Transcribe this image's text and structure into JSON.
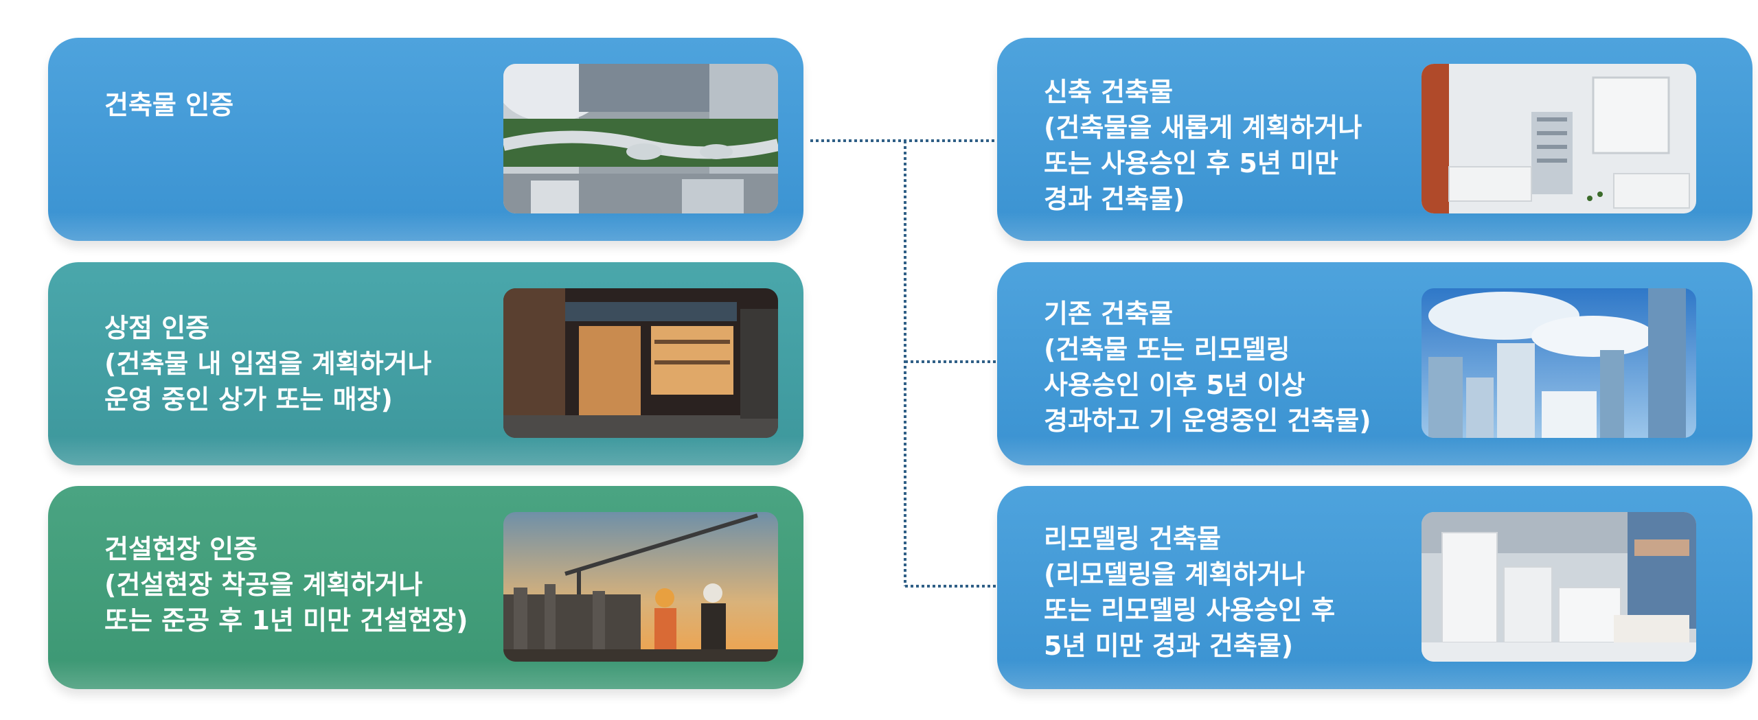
{
  "left_cards": [
    {
      "lines": [
        "건축물 인증"
      ],
      "image": "building-aerial-image"
    },
    {
      "lines": [
        "상점 인증",
        "(건축물 내 입점을 계획하거나",
        "운영 중인 상가 또는 매장)"
      ],
      "image": "storefront-image"
    },
    {
      "lines": [
        "건설현장 인증",
        "(건설현장 착공을 계획하거나",
        "또는 준공 후 1년 미만 건설현장)"
      ],
      "image": "construction-site-image"
    }
  ],
  "right_cards": [
    {
      "lines": [
        "신축 건축물",
        "(건축물을 새롭게 계획하거나",
        "또는 사용승인 후 5년 미만",
        "경과 건축물)"
      ],
      "image": "architecture-model-image"
    },
    {
      "lines": [
        "기존 건축물",
        "(건축물 또는 리모델링",
        "사용승인 이후 5년 이상",
        "경과하고 기 운영중인 건축물)"
      ],
      "image": "skyline-image"
    },
    {
      "lines": [
        "리모델링 건축물",
        "(리모델링을 계획하거나",
        "또는 리모델링 사용승인 후",
        "5년 미만 경과 건축물)"
      ],
      "image": "remodeling-model-image"
    }
  ],
  "colors": {
    "blue": "#3f97d5",
    "teal": "#44a0a4",
    "green": "#449f7b",
    "connector": "#2f5f86"
  }
}
